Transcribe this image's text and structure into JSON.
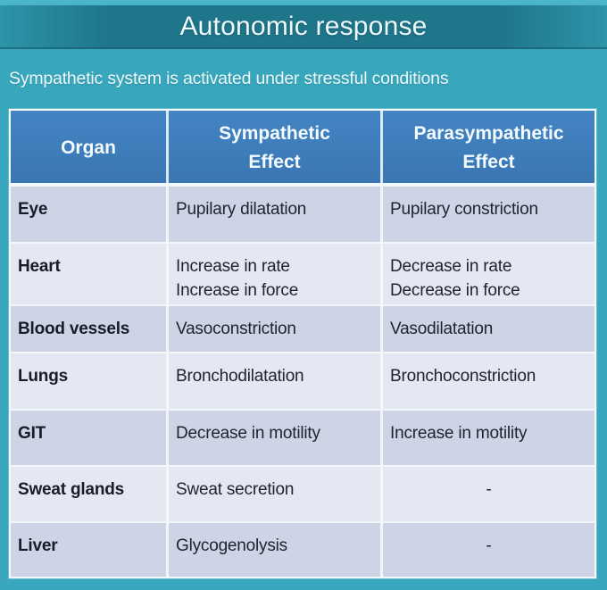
{
  "title": "Autonomic response",
  "subtitle": "Sympathetic system is activated under stressful conditions",
  "colors": {
    "background": "#38a6bc",
    "title_band": "#1f7589",
    "table_header_blue": "#3e7cba",
    "row_dark": "#ced4e6",
    "row_light": "#e4e8f2",
    "text_dark": "#20242e",
    "text_white": "#eef9fb"
  },
  "table": {
    "columns": [
      "Organ",
      "Sympathetic\nEffect",
      "Parasympathetic\nEffect"
    ],
    "rows": [
      {
        "organ": "Eye",
        "sympathetic": "Pupilary dilatation",
        "parasympathetic": "Pupilary constriction"
      },
      {
        "organ": "Heart",
        "sympathetic": "Increase in rate\nIncrease in force",
        "parasympathetic": "Decrease in rate\nDecrease in force"
      },
      {
        "organ": "Blood vessels",
        "sympathetic": "Vasoconstriction",
        "parasympathetic": "Vasodilatation"
      },
      {
        "organ": "Lungs",
        "sympathetic": "Bronchodilatation",
        "parasympathetic": "Bronchoconstriction"
      },
      {
        "organ": "GIT",
        "sympathetic": "Decrease in motility",
        "parasympathetic": "Increase in motility"
      },
      {
        "organ": "Sweat glands",
        "sympathetic": "Sweat secretion",
        "parasympathetic": "-"
      },
      {
        "organ": "Liver",
        "sympathetic": "Glycogenolysis",
        "parasympathetic": "-"
      }
    ]
  }
}
